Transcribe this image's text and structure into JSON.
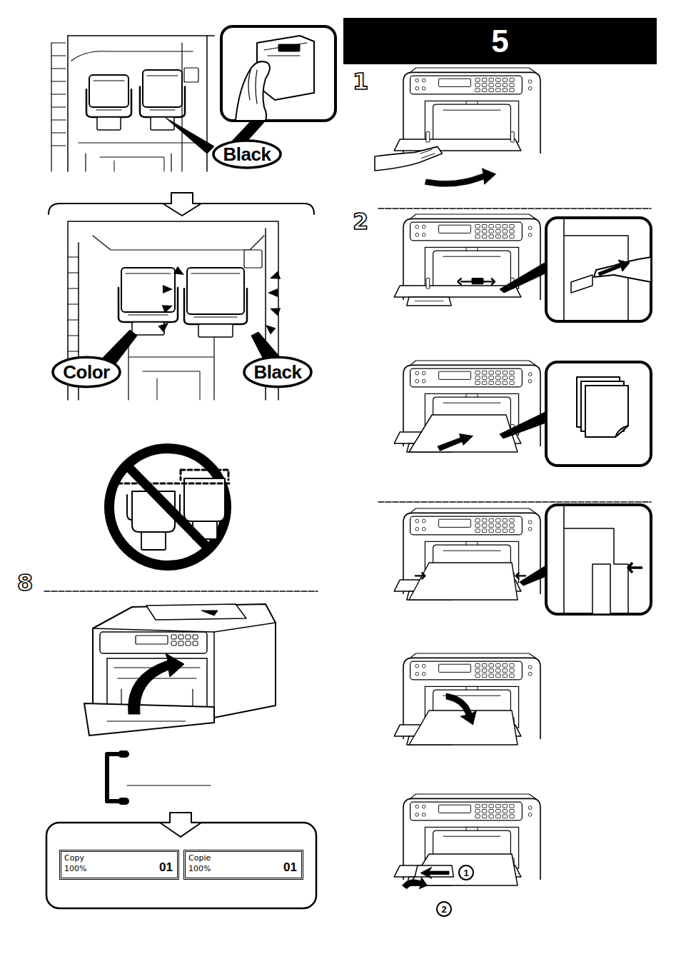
{
  "diagram": {
    "nodes": [
      {
        "text": [
          "Black"
        ]
      },
      {
        "text": [
          "Color"
        ]
      },
      {
        "text": [
          "Black"
        ]
      },
      {
        "text": [
          "Copy",
          "100%",
          "01"
        ]
      },
      {
        "text": [
          "Copie",
          "100%",
          "01"
        ]
      },
      {
        "text": [
          "5"
        ]
      },
      {
        "text": [
          "1"
        ]
      },
      {
        "text": [
          "2"
        ]
      }
    ],
    "labels": [
      "8",
      "1",
      "2"
    ]
  }
}
